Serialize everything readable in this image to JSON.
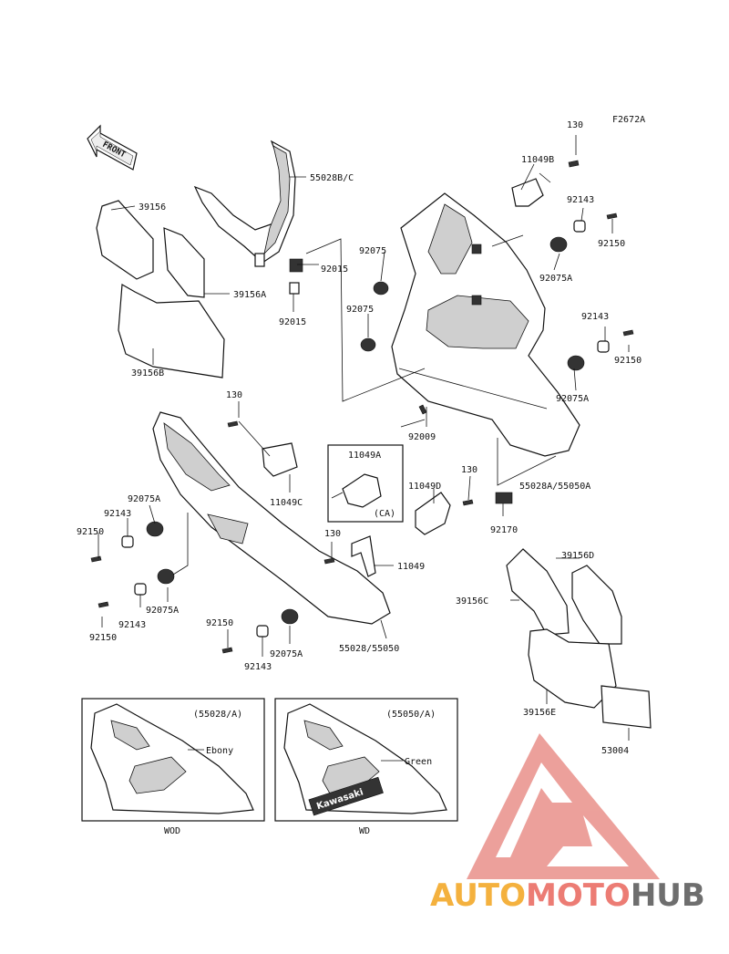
{
  "figure_code": "F2672A",
  "front_label": "FRONT",
  "callouts": {
    "c130_top": "130",
    "c11049b": "11049B",
    "c92143_a": "92143",
    "c92150_a": "92150",
    "c55028b": "55028B/C",
    "c92075_a": "92075",
    "c92075a_a": "92075A",
    "c92015_a": "92015",
    "c92015_b": "92015",
    "c39156": "39156",
    "c39156a": "39156A",
    "c39156b": "39156B",
    "c92075_b": "92075",
    "c92143_b": "92143",
    "c92150_b": "92150",
    "c92075a_b": "92075A",
    "c92009": "92009",
    "c55028a": "55028A/55050A",
    "c130_mid": "130",
    "c11049c": "11049C",
    "c11049a": "11049A",
    "c11049a_ca": "(CA)",
    "c11049d": "11049D",
    "c130_right": "130",
    "c92170": "92170",
    "c92075a_c": "92075A",
    "c92143_c": "92143",
    "c92150_c": "92150",
    "c130_low": "130",
    "c11049": "11049",
    "c92143_d": "92143",
    "c92075a_d": "92075A",
    "c92150_d": "92150",
    "c92150_e": "92150",
    "c92143_e": "92143",
    "c92075a_e": "92075A",
    "c55028_55050": "55028/55050",
    "c39156d": "39156D",
    "c39156c": "39156C",
    "c39156e": "39156E",
    "c53004": "53004"
  },
  "inset_left": {
    "code": "(55028/A)",
    "color_note": "Ebony",
    "caption": "WOD"
  },
  "inset_right": {
    "code": "(55050/A)",
    "color_note": "Green",
    "caption": "WD",
    "decal_text": "Kawasaki"
  },
  "watermark": {
    "part1": "AUTO",
    "part2": "MOTO",
    "part3": "HUB",
    "colors": {
      "auto": "#f4b13e",
      "moto": "#ec7c74",
      "hub": "#6e6e6e"
    }
  }
}
